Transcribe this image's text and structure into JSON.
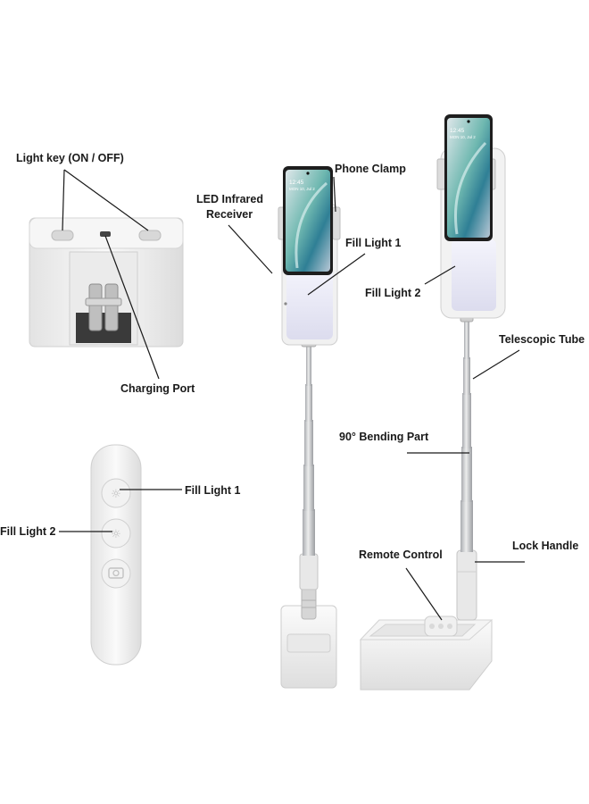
{
  "callouts": {
    "light_key": "Light key (ON / OFF)",
    "charging_port": "Charging Port",
    "remote_fill_light_1": "Fill Light 1",
    "remote_fill_light_2": "Fill Light 2",
    "led_infrared_receiver_line1": "LED Infrared",
    "led_infrared_receiver_line2": "Receiver",
    "phone_clamp": "Phone Clamp",
    "fill_light_1": "Fill Light 1",
    "fill_light_2": "Fill Light 2",
    "telescopic_tube": "Telescopic Tube",
    "bending_part": "90° Bending Part",
    "remote_control": "Remote Control",
    "lock_handle": "Lock Handle"
  },
  "phone_screens": {
    "left_time": "12:45",
    "left_date": "MON 10, Jul 2",
    "right_time": "12:45",
    "right_date": "MON 10, Jul 2"
  },
  "colors": {
    "body_white": "#f3f3f3",
    "pole_gray": "#c9cacd",
    "label_black": "#1a1a1a",
    "fill_light_glow": "#e4e4f4",
    "phone_screen_teal": "#3f9e9a"
  }
}
